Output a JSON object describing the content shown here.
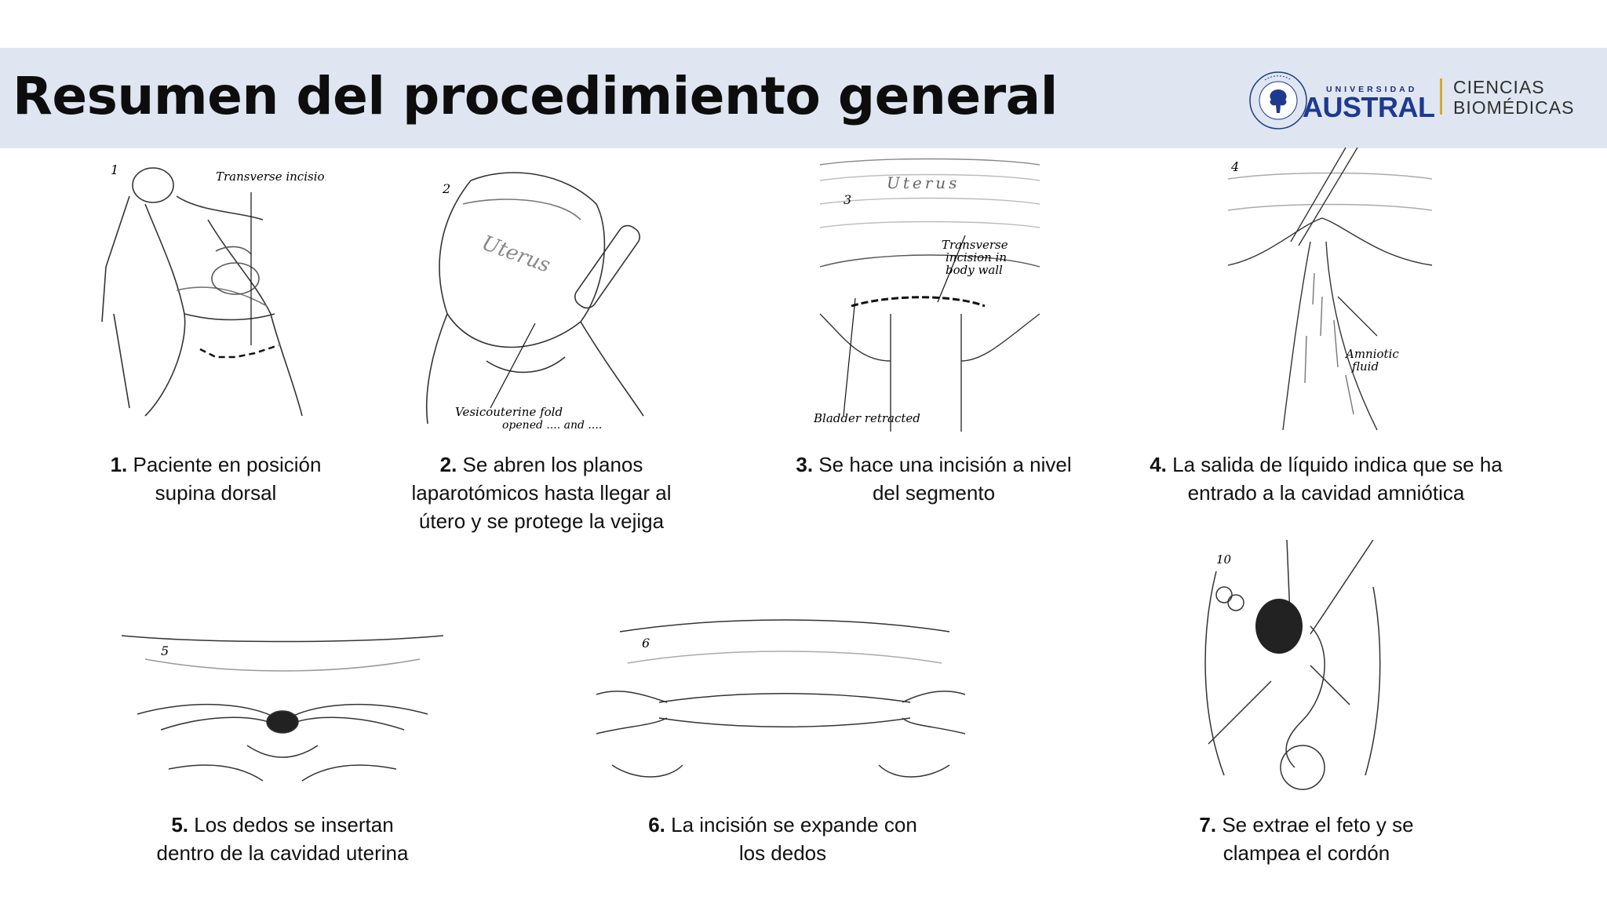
{
  "header": {
    "title": "Resumen del procedimiento general",
    "logo": {
      "university_label": "UNIVERSIDAD",
      "name": "AUSTRAL",
      "division_line1": "CIENCIAS",
      "division_line2": "BIOMÉDICAS",
      "seal_text": "AUSTRALIS · UNIVERSITAS · STUDIORUM"
    }
  },
  "steps": [
    {
      "number": "1.",
      "text": "Paciente en posición supina dorsal",
      "figure": {
        "label": "1",
        "annotations": [
          "Transverse incision"
        ]
      }
    },
    {
      "number": "2.",
      "text": "Se abren los planos laparotómicos hasta llegar al útero y se protege la vejiga",
      "figure": {
        "label": "2",
        "annotations": [
          "Uterus",
          "Vesicouterine fold",
          "opened .... and ...."
        ]
      }
    },
    {
      "number": "3.",
      "text": "Se hace una incisión a nivel del segmento",
      "figure": {
        "label": "3",
        "annotations": [
          "Uterus",
          "Transverse",
          "incision in",
          "body wall",
          "Bladder retracted"
        ]
      }
    },
    {
      "number": "4.",
      "text": "La salida de líquido indica que se ha entrado a la cavidad amniótica",
      "figure": {
        "label": "4",
        "annotations": [
          "Amniotic",
          "fluid"
        ]
      }
    },
    {
      "number": "5.",
      "text": "Los dedos se insertan dentro de la cavidad uterina",
      "figure": {
        "label": "5",
        "annotations": []
      }
    },
    {
      "number": "6.",
      "text": "La incisión se expande con los dedos",
      "figure": {
        "label": "6",
        "annotations": []
      }
    },
    {
      "number": "7.",
      "text": "Se extrae el feto y se clampea el cordón",
      "figure": {
        "label": "10",
        "annotations": []
      }
    }
  ]
}
